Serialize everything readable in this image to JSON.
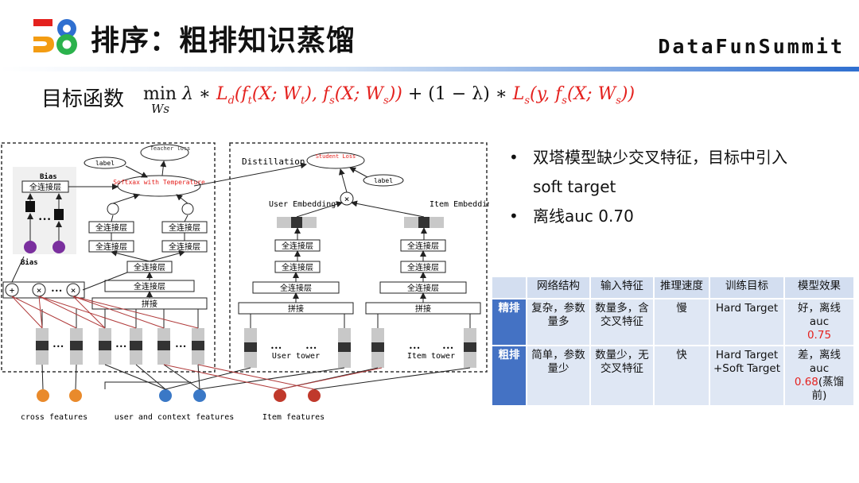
{
  "header": {
    "logo_text": "58",
    "title": "排序：粗排知识蒸馏",
    "brand": "DataFunSummit"
  },
  "objective": {
    "label": "目标函数",
    "formula": {
      "min": "min",
      "min_sub": "Ws",
      "lambda": "λ ∗",
      "ld": "L",
      "ld_sub": "d",
      "ld_args": "(f",
      "ft_sub": "t",
      "ft_args": "(X; W",
      "wt_sub": "t",
      "mid": "), f",
      "fs_sub": "s",
      "fs_args": "(X; W",
      "ws_sub": "s",
      "end1": "))",
      "plus": " + (1 − λ) ∗ ",
      "ls": "L",
      "ls_sub": "s",
      "ls_args": "(y, f",
      "fs2_sub": "s",
      "fs2_args": "(X; W",
      "ws2_sub": "s",
      "end2": "))"
    }
  },
  "bullets": [
    "双塔模型缺少交叉特征，目标中引入",
    "soft target",
    "离线auc 0.70"
  ],
  "table": {
    "headers": [
      "",
      "网络结构",
      "输入特征",
      "推理速度",
      "训练目标",
      "模型效果"
    ],
    "rows": [
      {
        "name": "精排",
        "structure": "复杂，参数量多",
        "features": "数量多，含交叉特征",
        "speed": "慢",
        "target": "Hard Target",
        "effect": "好，离线auc",
        "effect_val": "0.75",
        "effect_tail": ""
      },
      {
        "name": "粗排",
        "structure": "简单，参数量少",
        "features": "数量少，无交叉特征",
        "speed": "快",
        "target": "Hard Target +Soft Target",
        "effect": "差，离线auc",
        "effect_val": "0.68",
        "effect_tail": "(蒸馏前)"
      }
    ]
  },
  "diagram": {
    "teacher": {
      "bias": "Bias",
      "bias_fc": "全连接层",
      "bias_bottom": "Bias",
      "label": "label",
      "teacher_loss": "Teacher loss",
      "softmax": "Softxax with Temperature",
      "fc": "全连接层",
      "concat": "拼接",
      "ellipsis": "•••"
    },
    "student": {
      "distillation": "Distillation",
      "student_loss": "Student Loss",
      "label": "label",
      "user_embedding": "User Embedding",
      "item_embedding": "Item Embedding",
      "fc": "全连接层",
      "concat": "拼接",
      "user_tower": "User tower",
      "item_tower": "Item tower",
      "ellipsis": "•••"
    },
    "feature_labels": {
      "cross": "cross features",
      "user": "user and context features",
      "item": "Item features"
    },
    "colors": {
      "cross": "#e98a2b",
      "user": "#3a78c6",
      "item": "#c0392b",
      "bias_node": "#7a2f9e",
      "red_text": "#e4211e"
    }
  }
}
